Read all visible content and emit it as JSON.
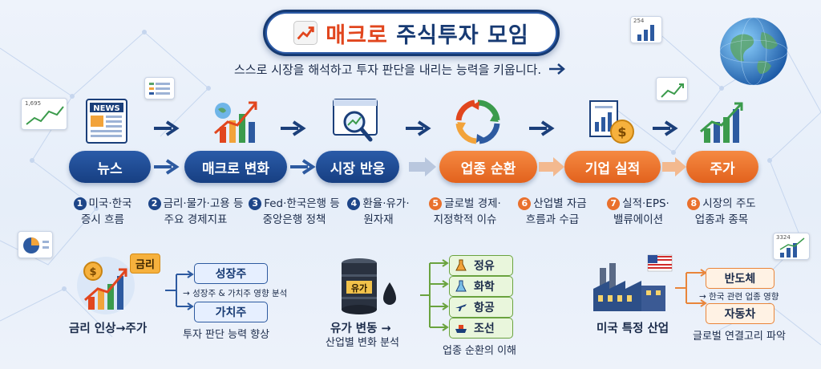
{
  "title": {
    "part1": "매크로",
    "part2": "주식투자 모임"
  },
  "subtitle": "스스로 시장을 해석하고 투자 판단을 내리는 능력을 키웁니다.",
  "flow": [
    {
      "label": "뉴스",
      "color": "blue"
    },
    {
      "label": "매크로 변화",
      "color": "blue"
    },
    {
      "label": "시장 반응",
      "color": "blue"
    },
    {
      "label": "업종 순환",
      "color": "orange"
    },
    {
      "label": "기업 실적",
      "color": "orange"
    },
    {
      "label": "주가",
      "color": "orange"
    }
  ],
  "steps": [
    {
      "num": "1",
      "line1": "미국·한국",
      "line2": "증시 흐름"
    },
    {
      "num": "2",
      "line1": "금리·물가·고용 등",
      "line2": "주요 경제지표"
    },
    {
      "num": "3",
      "line1": "Fed·한국은행 등",
      "line2": "중앙은행 정책"
    },
    {
      "num": "4",
      "line1": "환율·유가·",
      "line2": "원자재"
    },
    {
      "num": "5",
      "line1": "글로벌 경제·",
      "line2": "지정학적 이슈"
    },
    {
      "num": "6",
      "line1": "산업별 자금",
      "line2": "흐름과 수급"
    },
    {
      "num": "7",
      "line1": "실적·EPS·",
      "line2": "밸류에이션"
    },
    {
      "num": "8",
      "line1": "시장의 주도",
      "line2": "업종과 종목"
    }
  ],
  "example1": {
    "tag": "금리",
    "caption": "금리 인상→주가",
    "box1": "성장주",
    "note": "→ 성장주 & 가치주 영향 분석",
    "box2": "가치주",
    "footer": "투자 판단 능력 향상"
  },
  "example2": {
    "barrel_label": "유가",
    "caption1": "유가 변동 →",
    "caption2": "산업별 변화 분석",
    "sectors": [
      "정유",
      "화학",
      "항공",
      "조선"
    ],
    "footer": "업종 순환의 이해"
  },
  "example3": {
    "caption": "미국 특정 산업",
    "box1": "반도체",
    "note": "→ 한국 관련 업종 영향",
    "box2": "자동차",
    "footer": "글로벌 연결고리 파악"
  },
  "mini_cards": [
    "1,695",
    "254",
    "3324"
  ],
  "colors": {
    "navy": "#173a73",
    "orange": "#e9702d",
    "green": "#6aa33f",
    "red": "#e1461e"
  }
}
